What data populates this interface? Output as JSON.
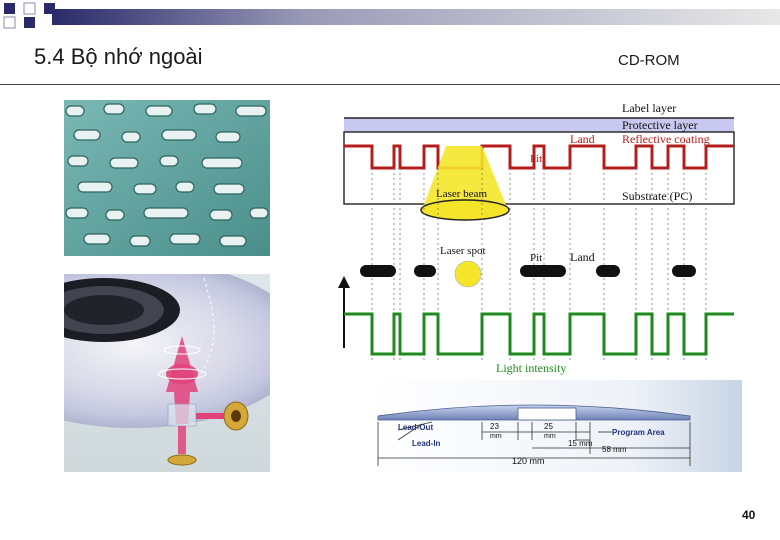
{
  "slide": {
    "title": "5.4 Bộ nhớ ngoài",
    "subtitle": "CD-ROM",
    "page_number": "40"
  },
  "cd_structure_diagram": {
    "layers": {
      "label": "Label layer",
      "protective": "Protective layer",
      "reflective": "Reflective coating",
      "substrate": "Substrate (PC)"
    },
    "labels": {
      "land_top": "Land",
      "pit_top": "Pit",
      "laser_beam": "Laser beam",
      "laser_spot": "Laser spot",
      "pit_mid": "Pit",
      "land_mid": "Land",
      "light_intensity": "Light intensity"
    }
  },
  "disc_dimensions_diagram": {
    "lead_out": "Lead-Out",
    "lead_in": "Lead-In",
    "dim_23": "23",
    "dim_25": "25",
    "unit_mm": "mm",
    "dim_15": "15 mm",
    "program_area": "Program Area",
    "dim_58": "58 mm",
    "dim_120": "120 mm"
  },
  "colors": {
    "signal_red": "#b51d1d",
    "signal_green": "#1e8a1e",
    "protective_band": "#c8c8f0",
    "laser_yellow": "#f4e52a",
    "surface_teal": "#5a9c98",
    "top_band_end": "#a8a8a8"
  }
}
